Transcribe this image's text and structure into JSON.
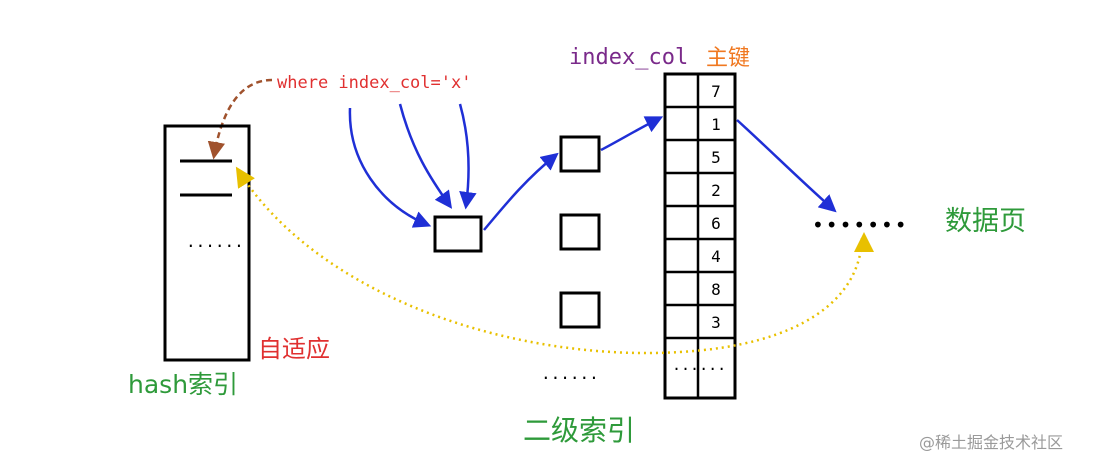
{
  "labels": {
    "query": "where index_col='x'",
    "index_col": "index_col",
    "primary_key": "主键",
    "data_pages": "数据页",
    "adaptive": "自适应",
    "hash_index": "hash索引",
    "secondary_index": "二级索引",
    "hash_ellipsis": "......",
    "secondary_ellipsis": "......",
    "table_ellipsis": "......",
    "data_dots": "•••••••",
    "watermark": "@稀土掘金技术社区"
  },
  "primary_key_values": [
    "7",
    "1",
    "5",
    "2",
    "6",
    "4",
    "8",
    "3"
  ],
  "colors": {
    "line": "#000000",
    "query_text": "#e03030",
    "index_col_text": "#7a2a8a",
    "primary_key_text": "#f07820",
    "green_text": "#2e9a3a",
    "adaptive_text": "#e03030",
    "blue_arrow": "#1f2fd6",
    "brown_arrow": "#a0522d",
    "yellow_arrow": "#e8c000",
    "watermark": "#9a9a9a"
  }
}
